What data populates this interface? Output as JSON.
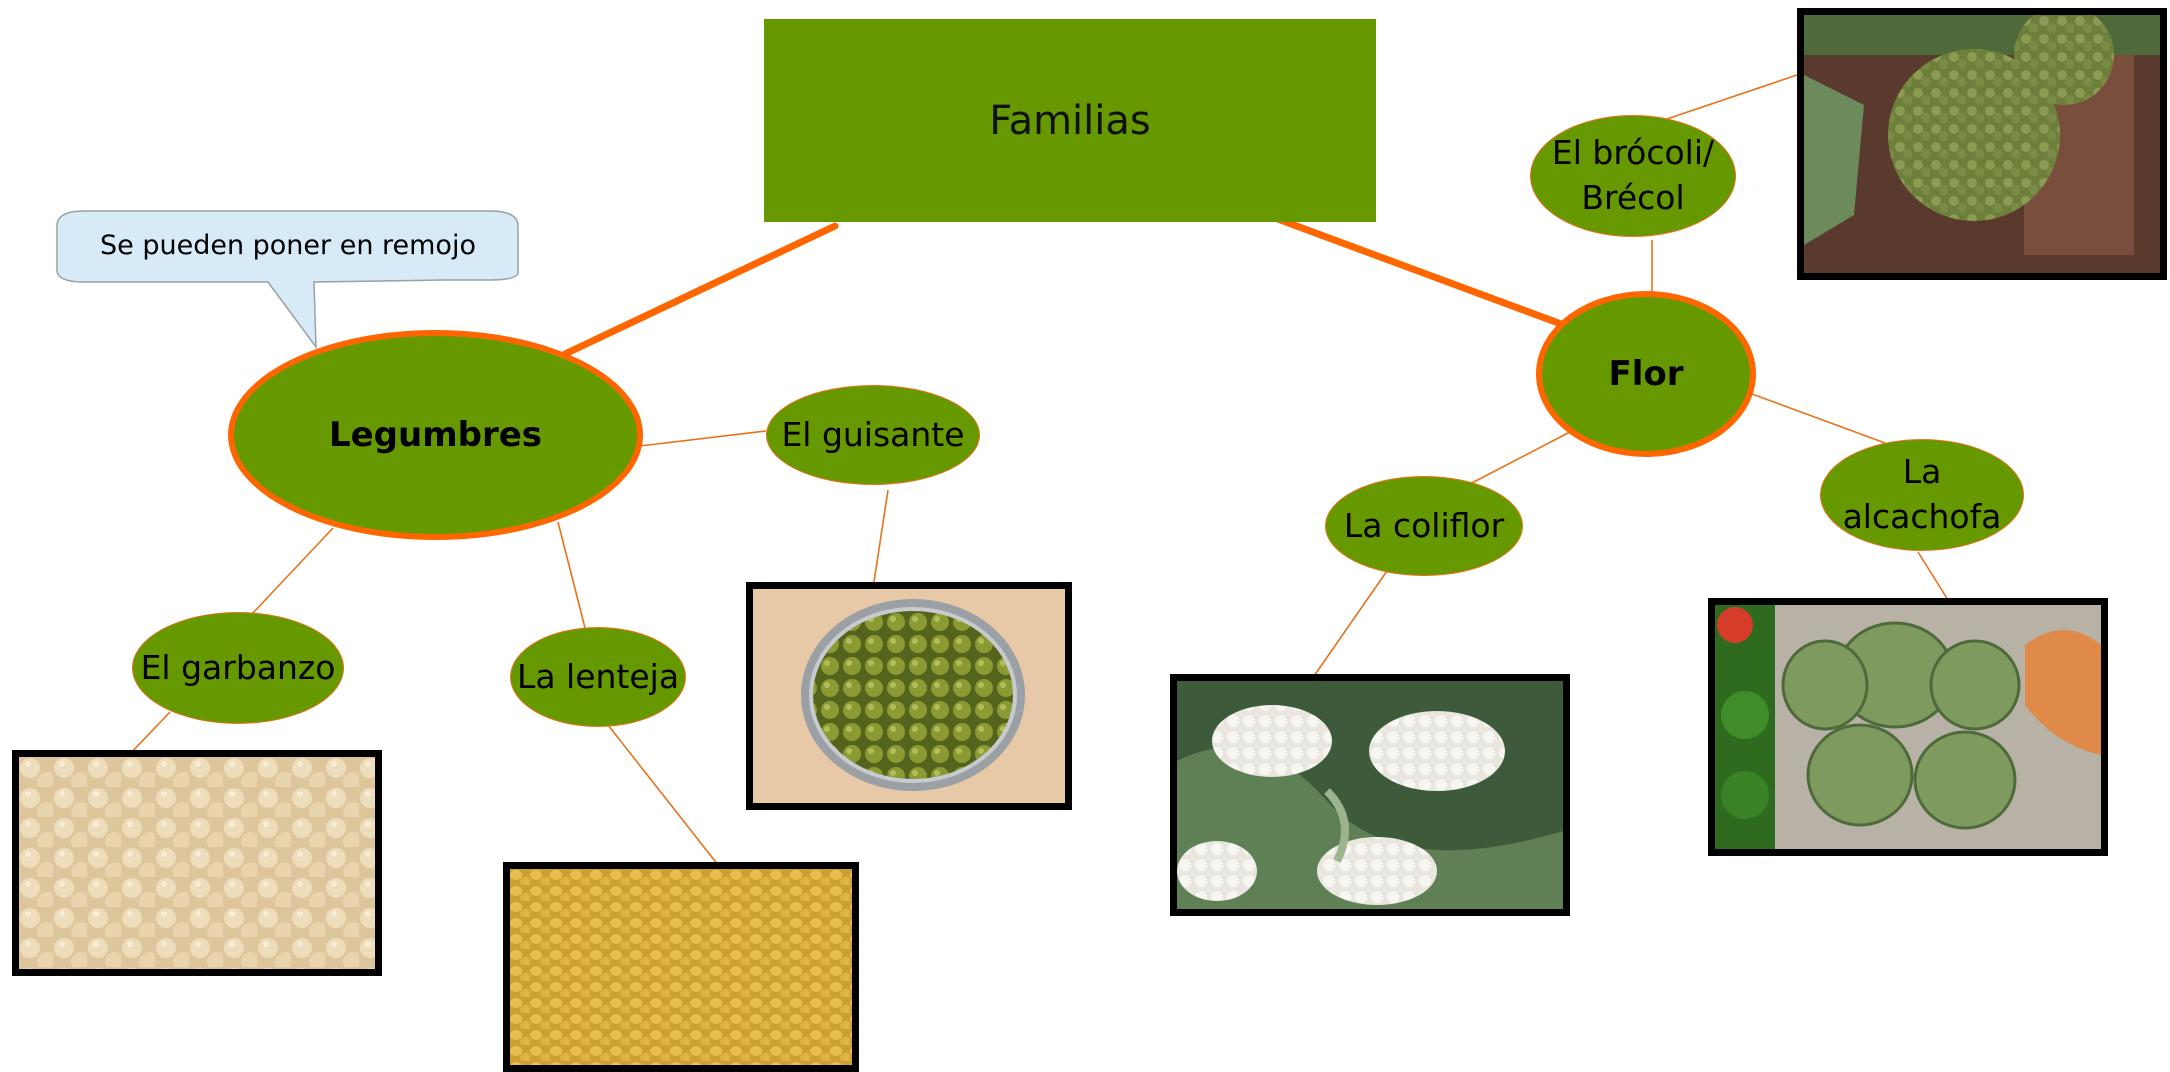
{
  "diagram": {
    "root": {
      "label": "Familias"
    },
    "callout": {
      "text": "Se pueden poner en remojo"
    },
    "legumbres": {
      "label": "Legumbres",
      "items": [
        {
          "label": "El garbanzo",
          "photo": "chickpeas-photo"
        },
        {
          "label": "La lenteja",
          "photo": "lentils-photo"
        },
        {
          "label": "El guisante",
          "photo": "peas-jar-photo"
        }
      ]
    },
    "flor": {
      "label": "Flor",
      "items": [
        {
          "label": "El brócoli/ Brécol",
          "line1": "El brócoli/",
          "line2": "Brécol",
          "photo": "broccoli-photo"
        },
        {
          "label": "La coliflor",
          "photo": "cauliflower-photo"
        },
        {
          "label": "La alcachofa",
          "photo": "artichoke-photo"
        }
      ]
    },
    "colors": {
      "node_fill": "#669900",
      "main_connector": "#ff6600",
      "leaf_connector": "#e8711a",
      "callout_fill": "#d6eaf7",
      "photo_border": "#000000"
    }
  }
}
